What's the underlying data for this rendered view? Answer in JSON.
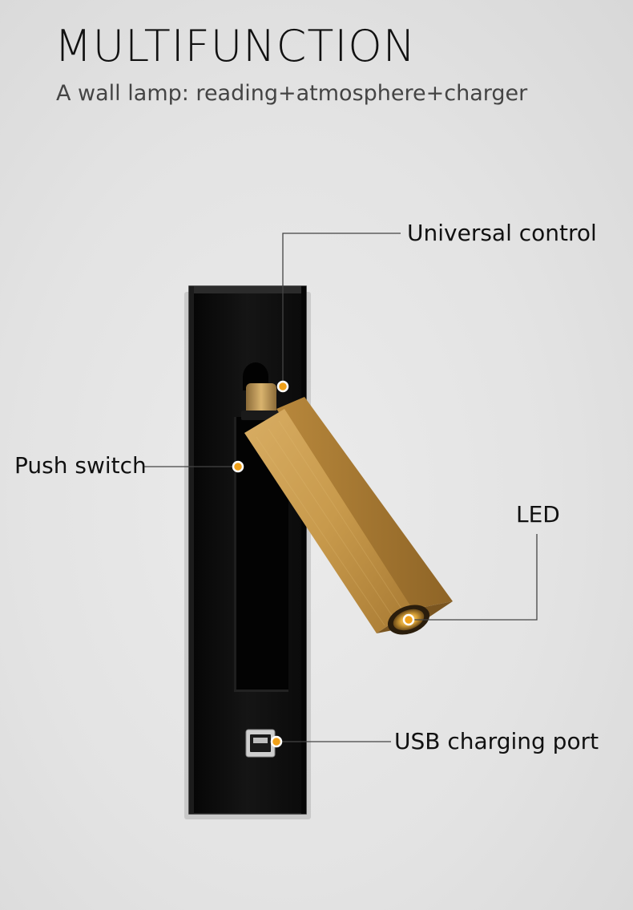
{
  "header": {
    "title": "MULTIFUNCTION",
    "subtitle": "A wall lamp: reading+atmosphere+charger"
  },
  "callouts": {
    "universal_control": "Universal control",
    "push_switch": "Push switch",
    "led": "LED",
    "usb_port": "USB charging port"
  },
  "colors": {
    "background": "#e6e6e6",
    "panel": "#111111",
    "brass": "#c99a4a",
    "marker": "#f0a019"
  }
}
